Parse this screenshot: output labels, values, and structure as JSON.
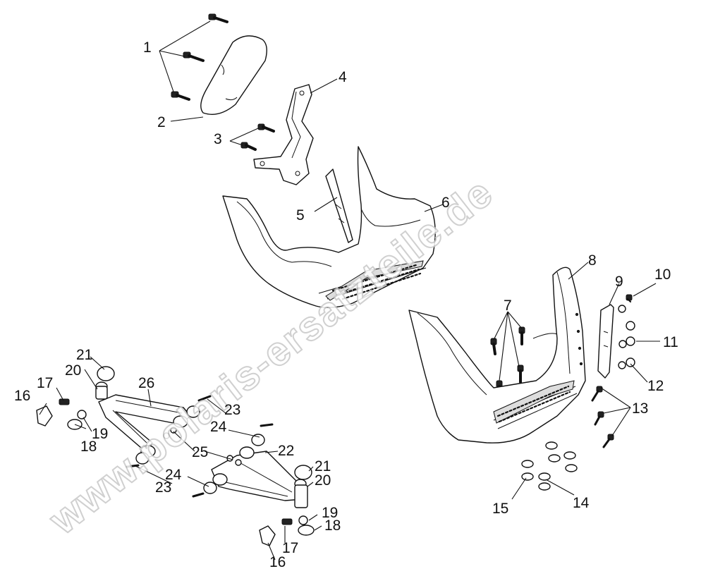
{
  "callouts": {
    "c1": "1",
    "c2": "2",
    "c3": "3",
    "c4": "4",
    "c5": "5",
    "c6": "6",
    "c7": "7",
    "c8": "8",
    "c9": "9",
    "c10": "10",
    "c11": "11",
    "c12": "12",
    "c13": "13",
    "c14": "14",
    "c15": "15",
    "c16a": "16",
    "c16b": "16",
    "c17a": "17",
    "c17b": "17",
    "c18a": "18",
    "c18b": "18",
    "c19a": "19",
    "c19b": "19",
    "c20a": "20",
    "c20b": "20",
    "c21a": "21",
    "c21b": "21",
    "c22": "22",
    "c23a": "23",
    "c23b": "23",
    "c24a": "24",
    "c24b": "24",
    "c25": "25",
    "c26": "26"
  },
  "watermark": "www.polaris-ersatzteile.de",
  "colors": {
    "line": "#111111",
    "background": "#ffffff",
    "watermark": "#c8c8c8"
  }
}
